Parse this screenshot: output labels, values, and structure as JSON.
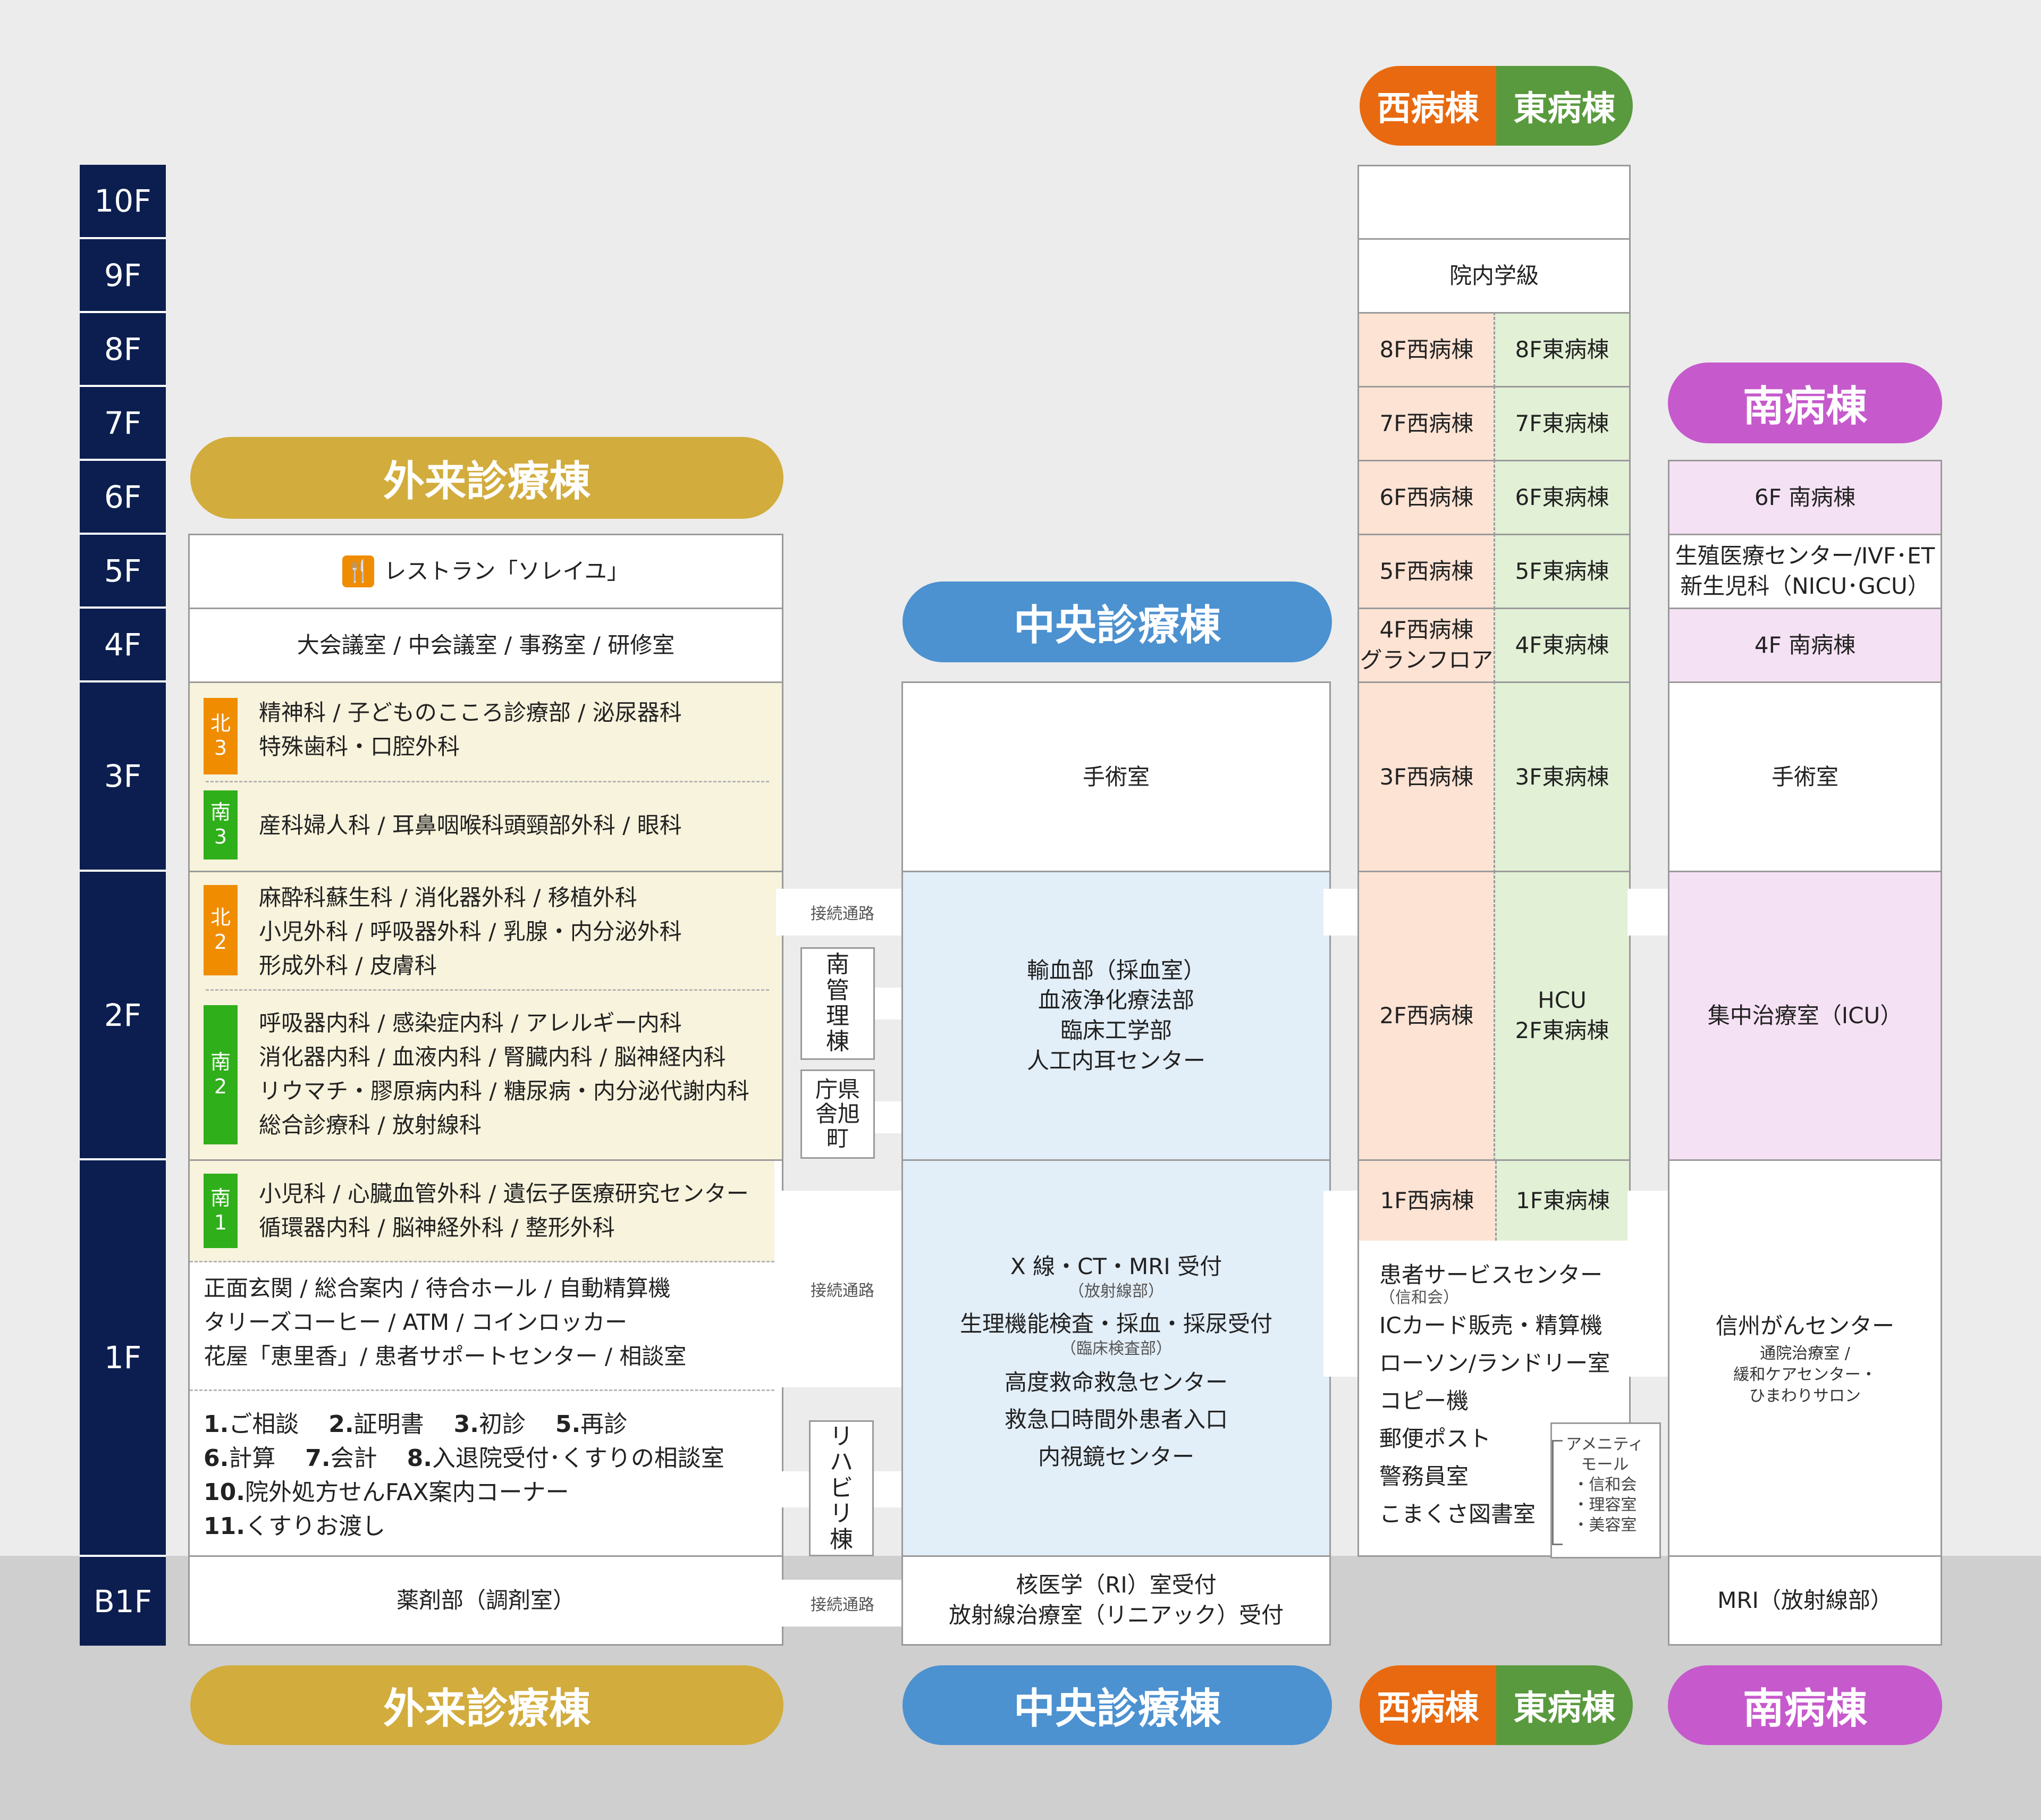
{
  "floors": [
    "10F",
    "9F",
    "8F",
    "7F",
    "6F",
    "5F",
    "4F",
    "3F",
    "2F",
    "1F",
    "B1F"
  ],
  "buildings": {
    "outpatient": "外来診療棟",
    "central": "中央診療棟",
    "west": "西病棟",
    "east": "東病棟",
    "south": "南病棟"
  },
  "colors": {
    "navy": "#0b1e4f",
    "gold": "#d2ac3c",
    "blue": "#4c91d0",
    "orange": "#e8690f",
    "green": "#5a9a3e",
    "purple": "#c659cc"
  },
  "outpatient": {
    "f5": "レストラン「ソレイユ」",
    "f4": "大会議室 / 中会議室 / 事務室 / 研修室",
    "f3_north_tag": "北3",
    "f3_north": [
      "精神科 / 子どものこころ診療部 / 泌尿器科",
      "特殊歯科・口腔外科"
    ],
    "f3_south_tag": "南3",
    "f3_south": [
      "産科婦人科 / 耳鼻咽喉科頭頸部外科 / 眼科"
    ],
    "f2_north_tag": "北2",
    "f2_north": [
      "麻酔科蘇生科 / 消化器外科 / 移植外科",
      "小児外科 / 呼吸器外科 / 乳腺・内分泌外科",
      "形成外科 / 皮膚科"
    ],
    "f2_south_tag": "南2",
    "f2_south": [
      "呼吸器内科 / 感染症内科 / アレルギー内科",
      "消化器内科 / 血液内科 / 腎臓内科 / 脳神経内科",
      "リウマチ・膠原病内科 / 糖尿病・内分泌代謝内科",
      "総合診療科 / 放射線科"
    ],
    "f1_south_tag": "南1",
    "f1_south": [
      "小児科 / 心臓血管外科 / 遺伝子医療研究センター",
      "循環器内科 / 脳神経外科 / 整形外科"
    ],
    "f1_lobby": [
      "正面玄関 / 総合案内 / 待合ホール / 自動精算機",
      "タリーズコーヒー / ATM / コインロッカー",
      "花屋「恵里香」/ 患者サポートセンター / 相談室"
    ],
    "f1_counters": [
      [
        {
          "n": "1.",
          "t": "ご相談"
        },
        {
          "n": "2.",
          "t": "証明書"
        },
        {
          "n": "3.",
          "t": "初診"
        },
        {
          "n": "5.",
          "t": "再診"
        }
      ],
      [
        {
          "n": "6.",
          "t": "計算"
        },
        {
          "n": "7.",
          "t": "会計"
        },
        {
          "n": "8.",
          "t": "入退院受付･くすりの相談室"
        }
      ],
      [
        {
          "n": "10.",
          "t": "院外処方せんFAX案内コーナー"
        }
      ],
      [
        {
          "n": "11.",
          "t": "くすりお渡し"
        }
      ]
    ],
    "b1": "薬剤部（調剤室）"
  },
  "connectors": {
    "passage": "接続通路",
    "south_admin": "南管理棟",
    "asahi": "庁県舎旭町",
    "rehab": "リハビリ棟"
  },
  "central": {
    "f3": "手術室",
    "f2": [
      "輸血部（採血室）",
      "血液浄化療法部",
      "臨床工学部",
      "人工内耳センター"
    ],
    "f1": {
      "xray": "X 線・CT・MRI 受付",
      "xray_sub": "（放射線部）",
      "physio": "生理機能検査・採血・採尿受付",
      "physio_sub": "（臨床検査部）",
      "emergency": "高度救命救急センター",
      "entrance": "救急口時間外患者入口",
      "endoscope": "内視鏡センター"
    },
    "b1": [
      "核医学（RI）室受付",
      "放射線治療室（リニアック）受付"
    ]
  },
  "ward": {
    "f9": "院内学級",
    "west": {
      "f8": "8F西病棟",
      "f7": "7F西病棟",
      "f6": "6F西病棟",
      "f5": "5F西病棟",
      "f4": [
        "4F西病棟",
        "グランフロア"
      ],
      "f3": "3F西病棟",
      "f2": "2F西病棟",
      "f1": "1F西病棟"
    },
    "east": {
      "f8": "8F東病棟",
      "f7": "7F東病棟",
      "f6": "6F東病棟",
      "f5": "5F東病棟",
      "f4": "4F東病棟",
      "f3": "3F東病棟",
      "f2": [
        "HCU",
        "2F東病棟"
      ],
      "f1": "1F東病棟"
    },
    "f1": {
      "service": "患者サービスセンター",
      "service_sub": "（信和会）",
      "items": [
        "ICカード販売・精算機",
        "ローソン/ランドリー室",
        "コピー機",
        "郵便ポスト",
        "警務員室",
        "こまくさ図書室"
      ],
      "amenity": [
        "アメニティ",
        "モール",
        "・信和会",
        "・理容室",
        "・美容室"
      ]
    }
  },
  "south": {
    "f6": "6F 南病棟",
    "f5": [
      "生殖医療センター/IVF･ET",
      "新生児科（NICU･GCU）"
    ],
    "f4": "4F 南病棟",
    "f3": "手術室",
    "f2": "集中治療室（ICU）",
    "f1": {
      "title": "信州がんセンター",
      "sub": [
        "通院治療室 /",
        "緩和ケアセンター・",
        "ひまわりサロン"
      ]
    },
    "b1": "MRI（放射線部）"
  }
}
